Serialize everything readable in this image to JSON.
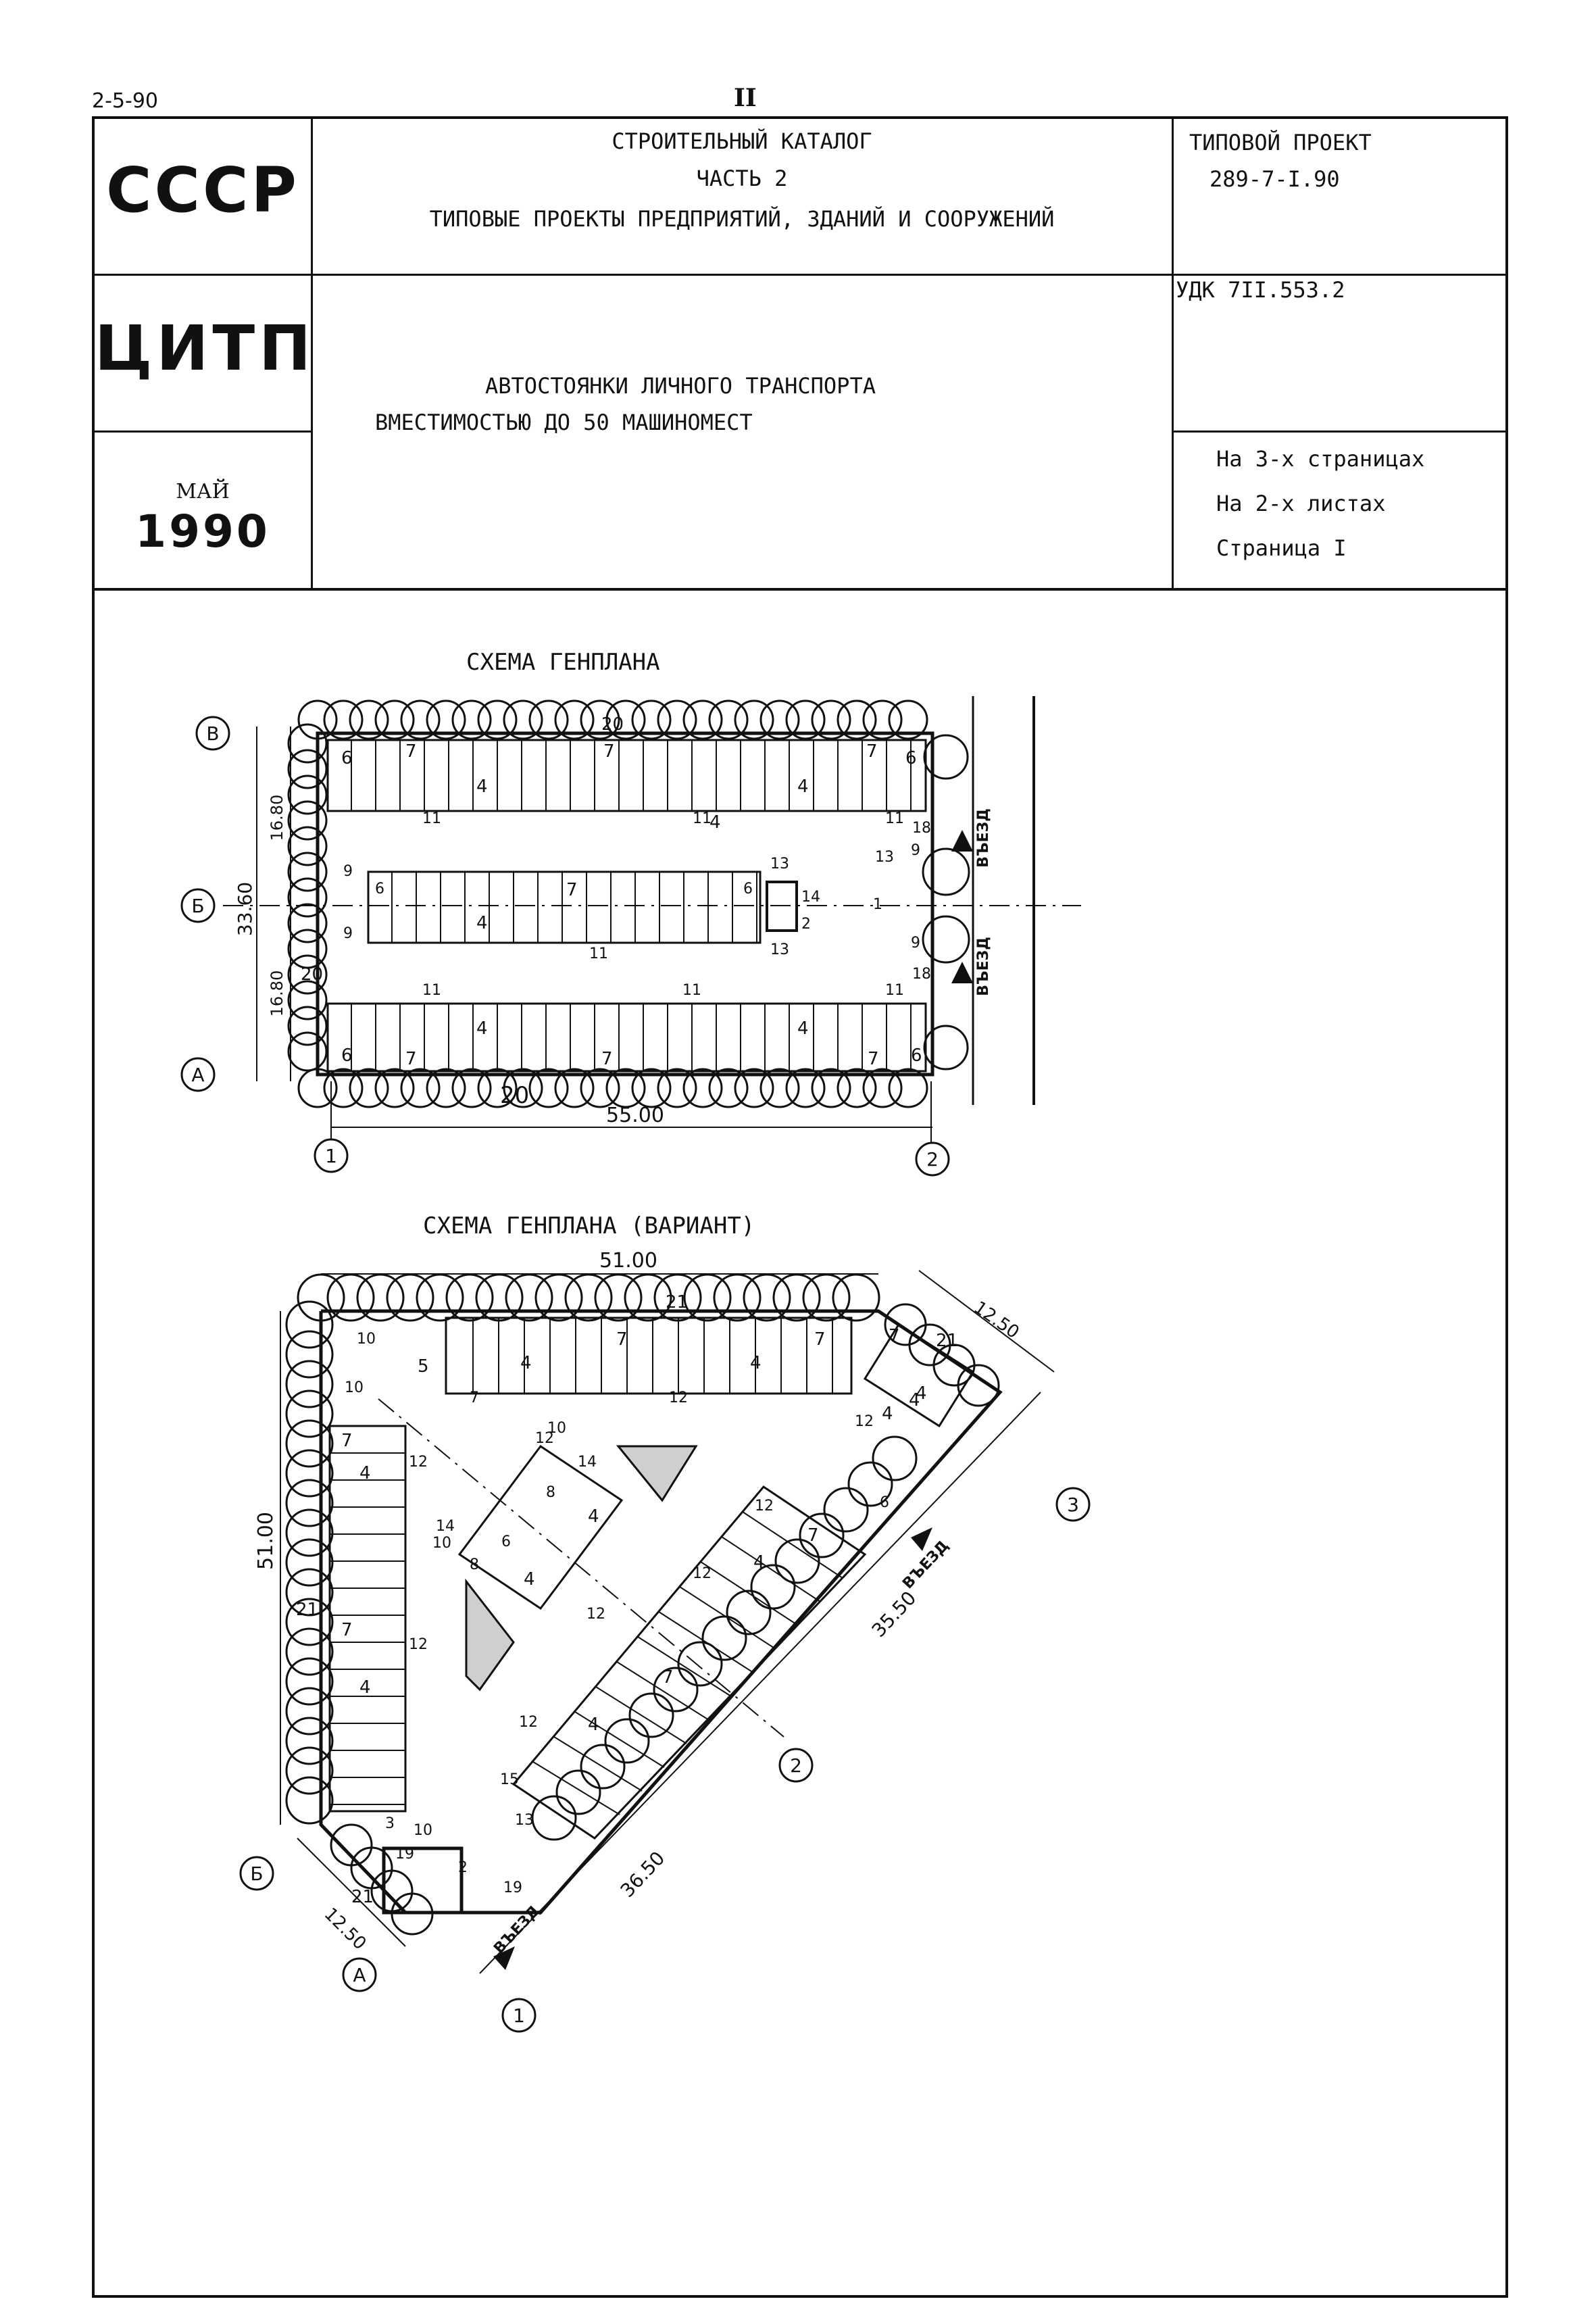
{
  "page": {
    "corner_code": "2-5-90",
    "page_number": "II"
  },
  "title_block": {
    "country": "СССР",
    "org": "ЦИТП",
    "month": "МАЙ",
    "year": "1990",
    "catalog_title": "СТРОИТЕЛЬНЫЙ КАТАЛОГ",
    "catalog_part": "ЧАСТЬ 2",
    "catalog_subtitle": "ТИПОВЫЕ ПРОЕКТЫ ПРЕДПРИЯТИЙ, ЗДАНИЙ И СООРУЖЕНИЙ",
    "project_type": "ТИПОВОЙ ПРОЕКТ",
    "project_number": "289-7-I.90",
    "udk": "УДК 7II.553.2",
    "doc_title_line1": "АВТОСТОЯНКИ ЛИЧНОГО ТРАНСПОРТА",
    "doc_title_line2": "ВМЕСТИМОСТЬЮ  ДО  50  МАШИНОМЕСТ",
    "pages_info": "На 3-х страницах",
    "sheets_info": "На 2-х листах",
    "page_info": "Страница I"
  },
  "plan1": {
    "caption": "СХЕМА  ГЕНПЛАНА",
    "axes": [
      "В",
      "Б",
      "А",
      "1",
      "2"
    ],
    "dims": {
      "total_width": "55.00",
      "total_height": "33.60",
      "half_top": "16.80",
      "half_bottom": "16.80"
    },
    "entry_label": "ВЪЕЗД",
    "marks": [
      "20",
      "20",
      "20",
      "6",
      "6",
      "6",
      "6",
      "7",
      "7",
      "7",
      "7",
      "7",
      "7",
      "7",
      "4",
      "4",
      "4",
      "4",
      "4",
      "4",
      "11",
      "11",
      "11",
      "11",
      "11",
      "11",
      "11",
      "13",
      "13",
      "13",
      "14",
      "18",
      "18",
      "9",
      "9",
      "9",
      "9",
      "1",
      "2",
      "6",
      "6"
    ]
  },
  "plan2": {
    "caption": "СХЕМА  ГЕНПЛАНА (ВАРИАНТ)",
    "axes": [
      "1",
      "2",
      "3",
      "А",
      "Б"
    ],
    "dims": {
      "top": "51.00",
      "left": "51.00",
      "right_short": "12.50",
      "bottom_short": "12.50",
      "diag_upper": "35.50",
      "diag_lower": "36.50"
    },
    "entry_label": "ВЪЕЗД",
    "marks": [
      "21",
      "21",
      "21",
      "21",
      "10",
      "10",
      "10",
      "10",
      "10",
      "5",
      "4",
      "4",
      "4",
      "4",
      "4",
      "4",
      "4",
      "4",
      "4",
      "4",
      "4",
      "7",
      "7",
      "7",
      "7",
      "7",
      "7",
      "7",
      "7",
      "12",
      "12",
      "12",
      "12",
      "12",
      "12",
      "12",
      "12",
      "12",
      "14",
      "14",
      "8",
      "8",
      "6",
      "6",
      "19",
      "19",
      "2",
      "3",
      "15",
      "13",
      "1"
    ]
  }
}
